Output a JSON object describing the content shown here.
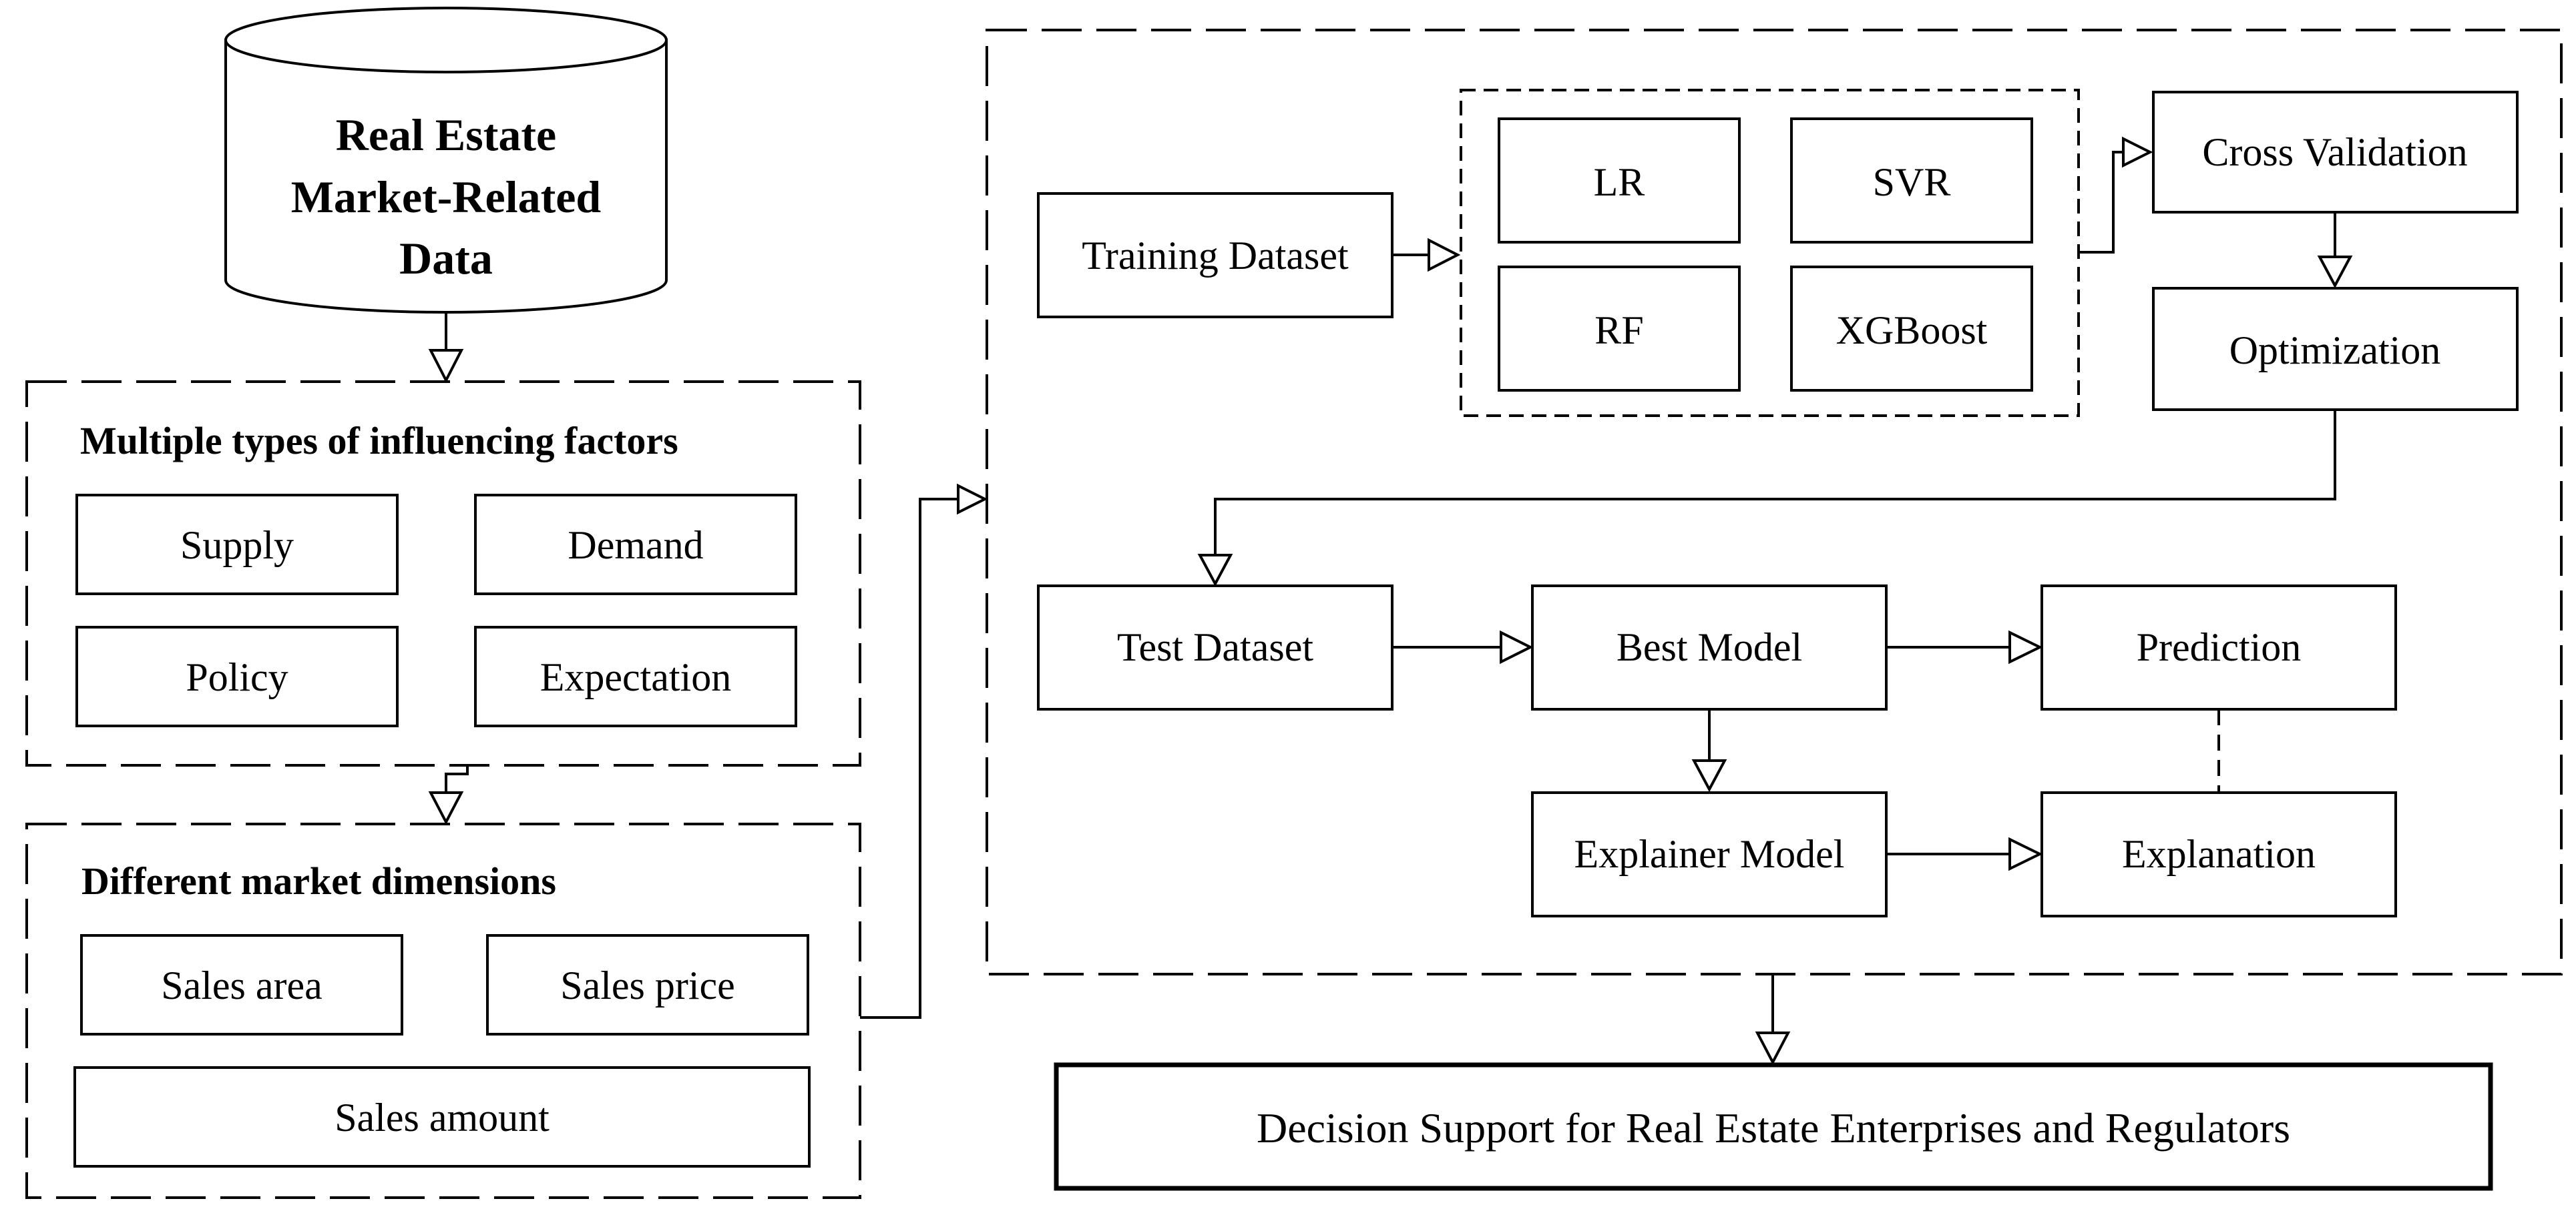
{
  "database": {
    "lines": [
      "Real Estate",
      "Market-Related",
      "Data"
    ]
  },
  "factors": {
    "title": "Multiple types of influencing factors",
    "items": [
      "Supply",
      "Demand",
      "Policy",
      "Expectation"
    ]
  },
  "dimensions": {
    "title": "Different market dimensions",
    "items": [
      "Sales area",
      "Sales price",
      "Sales amount"
    ]
  },
  "modeling": {
    "training_dataset": "Training Dataset",
    "models": [
      "LR",
      "SVR",
      "RF",
      "XGBoost"
    ],
    "cross_validation": "Cross Validation",
    "optimization": "Optimization",
    "test_dataset": "Test Dataset",
    "best_model": "Best Model",
    "prediction": "Prediction",
    "explainer_model": "Explainer Model",
    "explanation": "Explanation"
  },
  "decision_support": "Decision Support for Real Estate Enterprises and Regulators"
}
